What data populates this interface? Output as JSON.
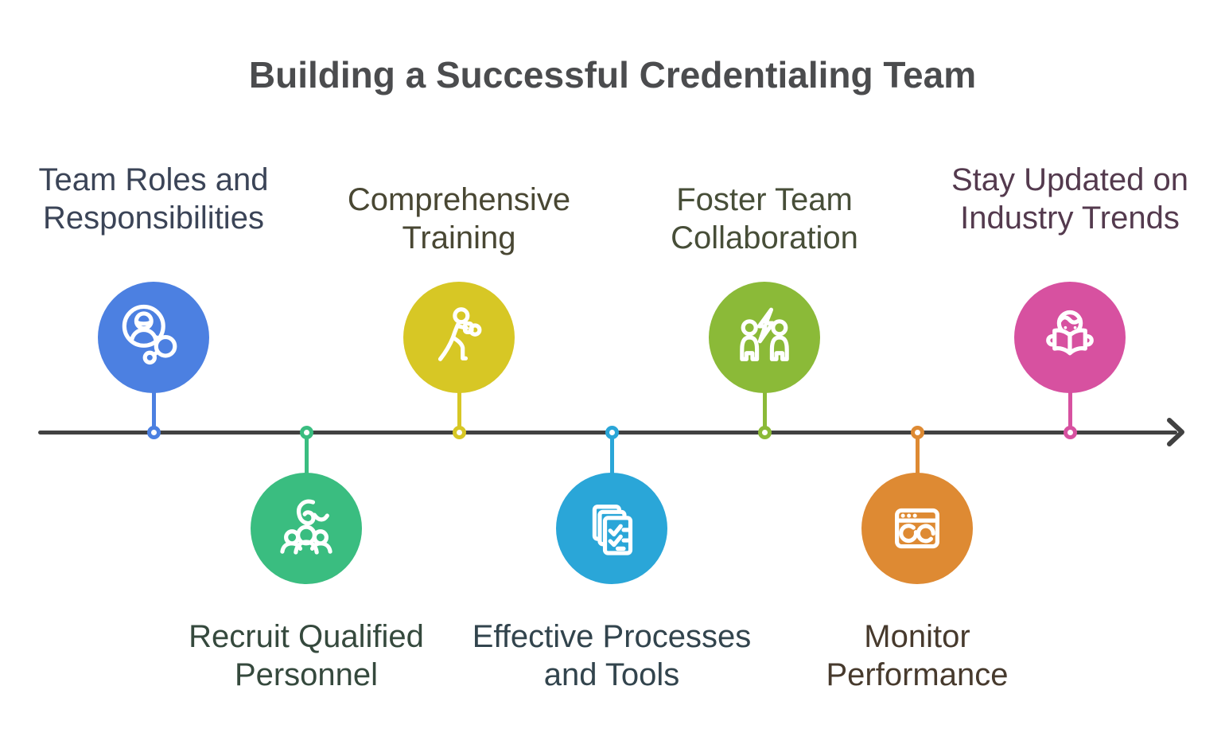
{
  "title": "Building a Successful Credentialing Team",
  "title_color": "#4b4c4e",
  "timeline": {
    "axis_color": "#414141",
    "items": [
      {
        "label": "Team Roles and Responsibilities",
        "lines": [
          "Team Roles and",
          "Responsibilities"
        ],
        "icon": "person-network-icon",
        "color": "#4c80e1",
        "label_color": "#3b4457",
        "position": "top"
      },
      {
        "label": "Recruit Qualified Personnel",
        "lines": [
          "Recruit Qualified",
          "Personnel"
        ],
        "icon": "hand-picking-person-icon",
        "color": "#3abd80",
        "label_color": "#35493d",
        "position": "bottom"
      },
      {
        "label": "Comprehensive Training",
        "lines": [
          "Comprehensive",
          "Training"
        ],
        "icon": "exercise-person-icon",
        "color": "#d7c725",
        "label_color": "#494733",
        "position": "top"
      },
      {
        "label": "Effective Processes and Tools",
        "lines": [
          "Effective Processes",
          "and Tools"
        ],
        "icon": "checklist-documents-icon",
        "color": "#2aa6d8",
        "label_color": "#32444d",
        "position": "bottom"
      },
      {
        "label": "Foster Team Collaboration",
        "lines": [
          "Foster Team",
          "Collaboration"
        ],
        "icon": "people-lightning-icon",
        "color": "#8bba38",
        "label_color": "#474e38",
        "position": "top"
      },
      {
        "label": "Monitor Performance",
        "lines": [
          "Monitor",
          "Performance"
        ],
        "icon": "dashboard-window-icon",
        "color": "#de8a33",
        "label_color": "#473a2d",
        "position": "bottom"
      },
      {
        "label": "Stay Updated on Industry Trends",
        "lines": [
          "Stay Updated on",
          "Industry Trends"
        ],
        "icon": "reading-book-icon",
        "color": "#d751a0",
        "label_color": "#543a4e",
        "position": "top"
      }
    ]
  }
}
